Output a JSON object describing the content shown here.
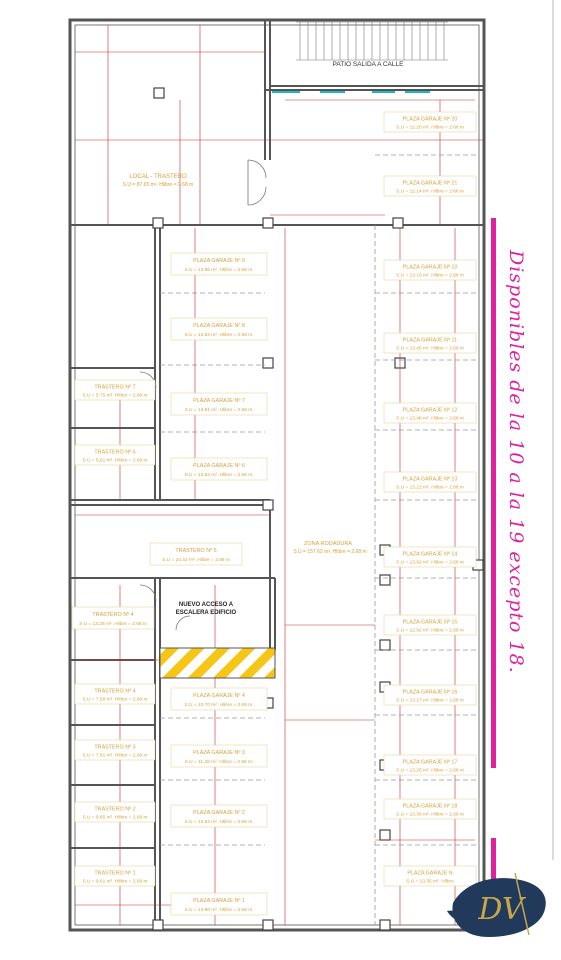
{
  "annotation": {
    "text": "Disponibles de la 10 a la 19 excepto 18."
  },
  "labels": {
    "patio": "PATIO SALIDA A CALLE",
    "local_title": "LOCAL - TRASTERO",
    "local_sub": "S.U = 87.65 m². Hlibre = 2.68 m",
    "zona_title": "ZONA RODADURA",
    "zona_sub": "S.U = 157.62 m². Hlibre = 2.68 m",
    "acceso_1": "NUEVO ACCESO A",
    "acceso_2": "ESCALERA EDIFICIO"
  },
  "garage_left": [
    {
      "title": "PLAZA GARAJE Nº 9",
      "sub": "S.U = 13.86 m². Hlibre = 2.68 m."
    },
    {
      "title": "PLAZA GARAJE Nº 8",
      "sub": "S.U = 13.84 m². Hlibre = 2.68 m."
    },
    {
      "title": "PLAZA GARAJE Nº 7",
      "sub": "S.U = 13.91 m². Hlibre = 2.68 m."
    },
    {
      "title": "PLAZA GARAJE Nº 6",
      "sub": "S.U = 13.84 m². Hlibre = 2.68 m."
    },
    {
      "title": "PLAZA GARAJE Nº 4",
      "sub": "S.U = 10.70 m². Hlibre = 2.68 m."
    },
    {
      "title": "PLAZA GARAJE Nº 3",
      "sub": "S.U = 11.28 m². Hlibre = 2.68 m."
    },
    {
      "title": "PLAZA GARAJE Nº 2",
      "sub": "S.U = 13.84 m². Hlibre = 2.68 m."
    },
    {
      "title": "PLAZA GARAJE Nº 1",
      "sub": "S.U = 13.80 m². Hlibre = 2.68 m."
    }
  ],
  "garage_right": [
    {
      "title": "PLAZA GARAJE Nº 20",
      "sub": "S.U = 12.20 m². Hlibre = 2.68 m"
    },
    {
      "title": "PLAZA GARAJE Nº 21",
      "sub": "S.U = 12.14 m². Hlibre = 2.68 m"
    },
    {
      "title": "PLAZA GARAJE Nº 10",
      "sub": "S.U = 13.16 m². Hlibre = 2.68 m"
    },
    {
      "title": "PLAZA GARAJE Nº 11",
      "sub": "S.U = 13.45 m². Hlibre = 2.68 m"
    },
    {
      "title": "PLAZA GARAJE Nº 12",
      "sub": "S.U = 13.48 m². Hlibre = 2.68 m"
    },
    {
      "title": "PLAZA GARAJE Nº 13",
      "sub": "S.U = 13.22 m². Hlibre = 2.68 m"
    },
    {
      "title": "PLAZA GARAJE Nº 14",
      "sub": "S.U = 13.92 m². Hlibre = 2.68 m"
    },
    {
      "title": "PLAZA GARAJE Nº 15",
      "sub": "S.U = 12.92 m². Hlibre = 2.68 m"
    },
    {
      "title": "PLAZA GARAJE Nº 16",
      "sub": "S.U = 13.27 m². Hlibre = 2.68 m"
    },
    {
      "title": "PLAZA GARAJE Nº 17",
      "sub": "S.U = 13.25 m². Hlibre = 2.68 m"
    },
    {
      "title": "PLAZA GARAJE Nº 18",
      "sub": "S.U = 13.38 m². Hlibre = 2.68 m"
    },
    {
      "title": "PLAZA GARAJE N",
      "sub": "S.U = 13.35 m². Hlibre"
    }
  ],
  "trasteros": [
    {
      "title": "TRASTERO Nº 7",
      "sub": "S.U = 5.75 m². Hlibre = 2.68 m"
    },
    {
      "title": "TRASTERO Nº 6",
      "sub": "S.U = 5.81 m². Hlibre = 2.68 m"
    },
    {
      "title": "TRASTERO Nº 5",
      "sub": "S.U = 24.42 m². Hlibre = 2.68 m"
    },
    {
      "title": "TRASTERO Nº 4",
      "sub": "S.U = 13.28 m². Hlibre = 2.68 m"
    },
    {
      "title": "TRASTERO Nº 4",
      "sub": "S.U = 7.58 m². Hlibre = 2.68 m"
    },
    {
      "title": "TRASTERO Nº 3",
      "sub": "S.U = 7.81 m². Hlibre = 2.68 m"
    },
    {
      "title": "TRASTERO Nº 2",
      "sub": "S.U = 9.65 m². Hlibre = 2.68 m"
    },
    {
      "title": "TRASTERO Nº 1",
      "sub": "S.U = 9.61 m². Hlibre = 2.68 m"
    }
  ],
  "logo": {
    "letters": "DV"
  },
  "colors": {
    "wall": "#555555",
    "dimension": "#c0302a",
    "label": "#d9a13a",
    "hatch": "#f5c518",
    "magenta": "#e020a0",
    "navy": "#213a5c",
    "gold": "#c9a64a"
  }
}
